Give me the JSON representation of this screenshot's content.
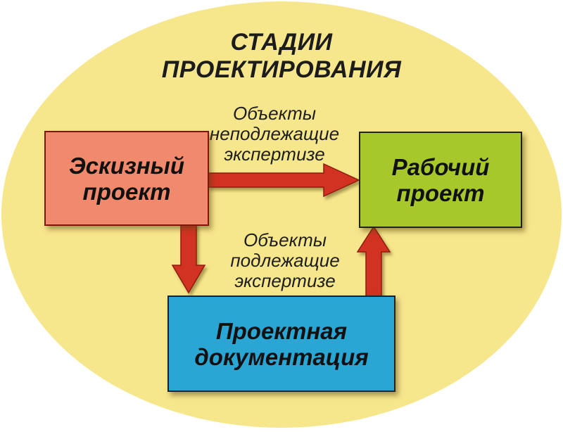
{
  "title": {
    "line1": "СТАДИИ",
    "line2": "ПРОЕКТИРОВАНИЯ"
  },
  "nodes": {
    "sketch": {
      "line1": "Эскизный",
      "line2": "проект",
      "fill": "#f18a6d",
      "border": "#7c170e"
    },
    "working": {
      "line1": "Рабочий",
      "line2": "проект",
      "fill": "#a7c82b",
      "border": "#222222"
    },
    "docs": {
      "line1": "Проектная",
      "line2": "документация",
      "fill": "#2aa6d5",
      "border": "#222222"
    }
  },
  "edge_labels": {
    "no_expertise": {
      "line1": "Объекты",
      "line2": "неподлежащие",
      "line3": "экспертизе"
    },
    "expertise": {
      "line1": "Объекты",
      "line2": "подлежащие",
      "line3": "экспертизе"
    }
  },
  "edges": [
    {
      "from": "sketch",
      "to": "working",
      "label": "Объекты неподлежащие экспертизе"
    },
    {
      "from": "sketch",
      "to": "docs",
      "label": ""
    },
    {
      "from": "docs",
      "to": "working",
      "label": "Объекты подлежащие экспертизе"
    }
  ],
  "colors": {
    "page_background": "#ffffff",
    "ellipse": "#f7e78c",
    "arrow": "#d23220",
    "arrow_outline": "#8f1a10",
    "text": "#1c1c1c"
  }
}
